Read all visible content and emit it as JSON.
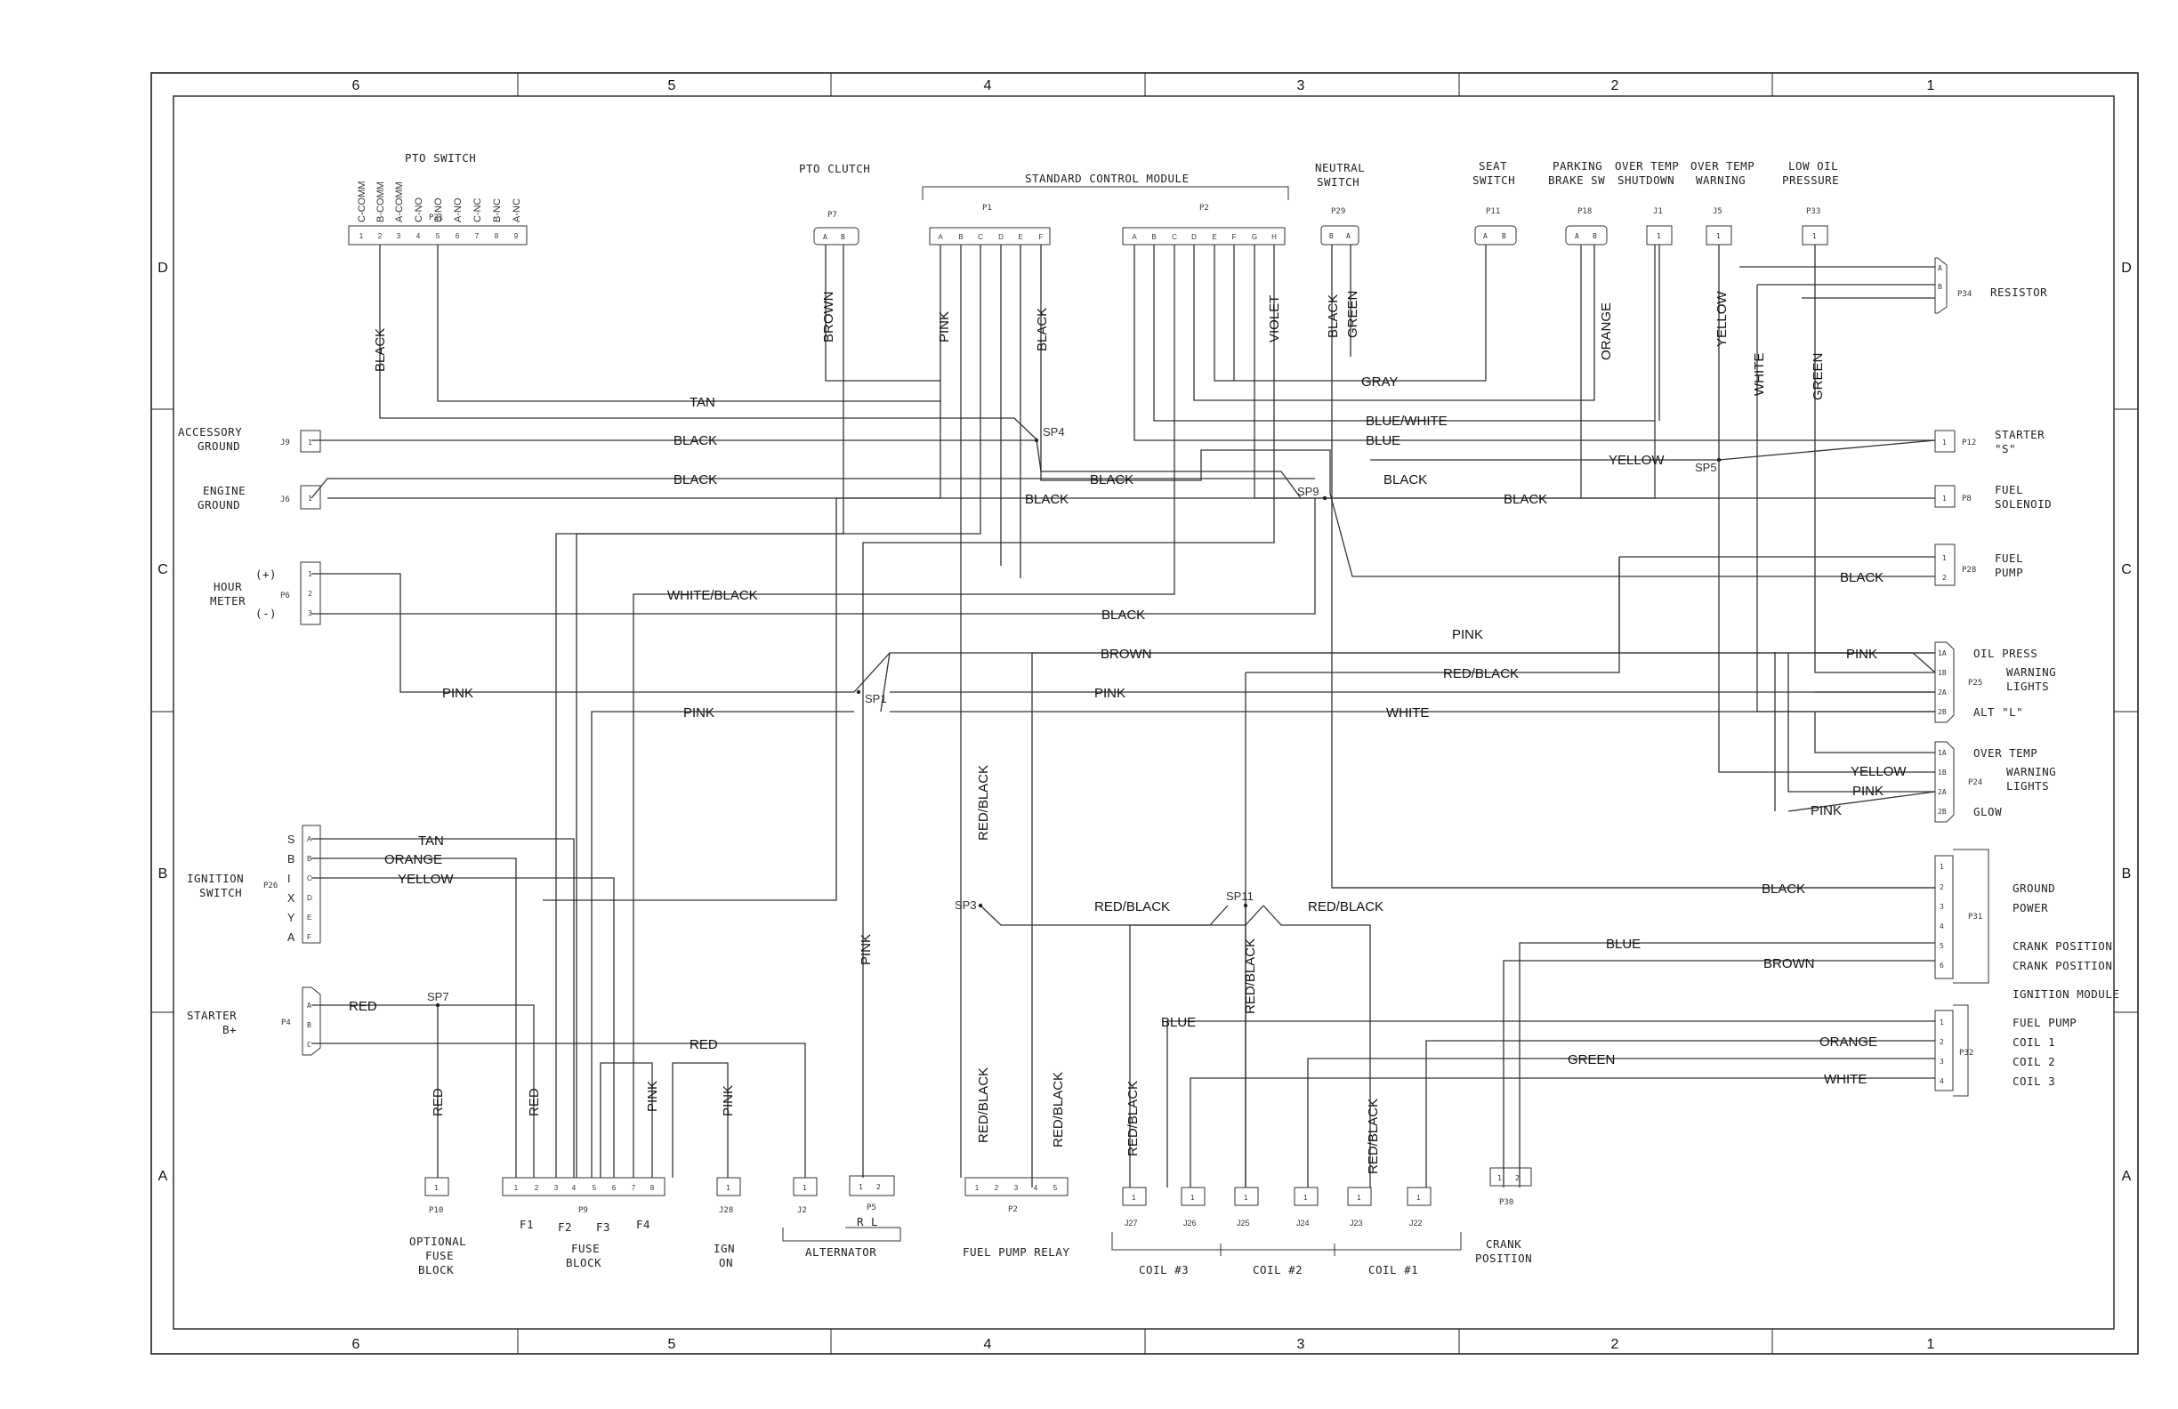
{
  "border": {
    "columns": [
      "6",
      "5",
      "4",
      "3",
      "2",
      "1"
    ],
    "rows": [
      "D",
      "C",
      "B",
      "A"
    ]
  },
  "components": {
    "pto_switch": {
      "title": "PTO SWITCH",
      "ref": "P21",
      "pins": [
        "1",
        "2",
        "3",
        "4",
        "5",
        "6",
        "7",
        "8",
        "9"
      ],
      "terminals": [
        "C-COMM",
        "B-COMM",
        "A-COMM",
        "C-NO",
        "B-NO",
        "A-NO",
        "C-NC",
        "B-NC",
        "A-NC"
      ]
    },
    "pto_clutch": {
      "title": "PTO CLUTCH",
      "ref": "P7",
      "pins": [
        "A",
        "B"
      ]
    },
    "control_module": {
      "title": "STANDARD CONTROL MODULE",
      "p1": "P1",
      "p1_pins": [
        "A",
        "B",
        "C",
        "D",
        "E",
        "F"
      ],
      "p2": "P2",
      "p2_pins": [
        "A",
        "B",
        "C",
        "D",
        "E",
        "F",
        "G",
        "H"
      ]
    },
    "neutral_switch": {
      "title1": "NEUTRAL",
      "title2": "SWITCH",
      "ref": "P29",
      "pins": [
        "B",
        "A"
      ]
    },
    "seat_switch": {
      "title1": "SEAT",
      "title2": "SWITCH",
      "ref": "P11",
      "pins": [
        "A",
        "B"
      ]
    },
    "parking_brake": {
      "title1": "PARKING",
      "title2": "BRAKE SW",
      "ref": "P18",
      "pins": [
        "A",
        "B"
      ]
    },
    "over_temp_shutdown": {
      "title1": "OVER TEMP",
      "title2": "SHUTDOWN",
      "ref": "J1",
      "pins": [
        "1"
      ]
    },
    "over_temp_warning": {
      "title1": "OVER TEMP",
      "title2": "WARNING",
      "ref": "J5",
      "pins": [
        "1"
      ]
    },
    "low_oil": {
      "title1": "LOW OIL",
      "title2": "PRESSURE",
      "ref": "P33",
      "pins": [
        "1"
      ]
    },
    "resistor": {
      "ref": "P34",
      "title": "RESISTOR",
      "pins": [
        "A",
        "B"
      ]
    },
    "accessory_ground": {
      "title1": "ACCESSORY",
      "title2": "GROUND",
      "ref": "J9",
      "pins": [
        "1"
      ]
    },
    "engine_ground": {
      "title1": "ENGINE",
      "title2": "GROUND",
      "ref": "J6",
      "pins": [
        "1"
      ]
    },
    "hour_meter": {
      "title1": "HOUR",
      "title2": "METER",
      "ref": "P6",
      "plus": "(+)",
      "minus": "(-)",
      "pins": [
        "1",
        "2",
        "3"
      ]
    },
    "ignition_switch": {
      "title1": "IGNITION",
      "title2": "SWITCH",
      "ref": "P26",
      "pins": [
        "A",
        "B",
        "C",
        "D",
        "E",
        "F"
      ],
      "letters": [
        "S",
        "B",
        "I",
        "X",
        "Y",
        "A"
      ]
    },
    "starter_b": {
      "title1": "STARTER",
      "title2": "B+",
      "ref": "P4",
      "pins": [
        "A",
        "B",
        "C"
      ]
    },
    "starter_s": {
      "ref": "P12",
      "title1": "STARTER",
      "title2": "\"S\"",
      "pins": [
        "1"
      ]
    },
    "fuel_solenoid": {
      "ref": "P8",
      "title1": "FUEL",
      "title2": "SOLENOID",
      "pins": [
        "1"
      ]
    },
    "fuel_pump": {
      "ref": "P28",
      "title1": "FUEL",
      "title2": "PUMP",
      "pins": [
        "1",
        "2"
      ]
    },
    "p25": {
      "ref": "P25",
      "pins": [
        "1A",
        "1B",
        "2A",
        "2B"
      ],
      "labels": [
        "OIL PRESS",
        "WARNING",
        "LIGHTS",
        "ALT \"L\""
      ]
    },
    "p24": {
      "ref": "P24",
      "pins": [
        "1A",
        "1B",
        "2A",
        "2B"
      ],
      "labels": [
        "OVER TEMP",
        "WARNING",
        "LIGHTS",
        "GLOW"
      ]
    },
    "p31": {
      "ref": "P31",
      "pins": [
        "1",
        "2",
        "3",
        "4",
        "5",
        "6"
      ],
      "labels": [
        "GROUND",
        "POWER",
        "CRANK POSITION",
        "CRANK POSITION"
      ]
    },
    "ignition_module": "IGNITION MODULE",
    "p32": {
      "ref": "P32",
      "pins": [
        "1",
        "2",
        "3",
        "4"
      ],
      "labels": [
        "FUEL PUMP",
        "COIL 1",
        "COIL 2",
        "COIL 3"
      ]
    },
    "p10": {
      "ref": "P10",
      "pins": [
        "1"
      ],
      "title1": "OPTIONAL",
      "title2": "FUSE",
      "title3": "BLOCK"
    },
    "p9": {
      "ref": "P9",
      "pins": [
        "1",
        "2",
        "3",
        "4",
        "5",
        "6",
        "7",
        "8"
      ],
      "fuses": [
        "F1",
        "F2",
        "F3",
        "F4"
      ],
      "title1": "FUSE",
      "title2": "BLOCK"
    },
    "j28": {
      "ref": "J28",
      "pins": [
        "1"
      ],
      "title1": "IGN",
      "title2": "ON"
    },
    "j2": {
      "ref": "J2",
      "pins": [
        "1"
      ]
    },
    "p5": {
      "ref": "P5",
      "pins": [
        "1",
        "2"
      ],
      "rl": "R L"
    },
    "alternator": "ALTERNATOR",
    "p2_relay": {
      "ref": "P2",
      "pins": [
        "1",
        "2",
        "3",
        "4",
        "5"
      ],
      "title": "FUEL PUMP RELAY"
    },
    "coils": {
      "jacks": [
        "J27",
        "J26",
        "J25",
        "J24",
        "J23",
        "J22"
      ],
      "pin": "1",
      "groups": [
        "COIL #3",
        "COIL #2",
        "COIL #1"
      ]
    },
    "p30": {
      "ref": "P30",
      "pins": [
        "1",
        "2"
      ],
      "title1": "CRANK",
      "title2": "POSITION"
    }
  },
  "splices": [
    "SP4",
    "SP9",
    "SP5",
    "SP1",
    "SP3",
    "SP11",
    "SP7"
  ],
  "wires": {
    "black": "BLACK",
    "tan": "TAN",
    "brown": "BROWN",
    "pink": "PINK",
    "violet": "VIOLET",
    "green": "GREEN",
    "gray": "GRAY",
    "orange": "ORANGE",
    "yellow": "YELLOW",
    "white": "WHITE",
    "blue": "BLUE",
    "blue_white": "BLUE/WHITE",
    "white_black": "WHITE/BLACK",
    "red_black": "RED/BLACK",
    "red": "RED"
  }
}
